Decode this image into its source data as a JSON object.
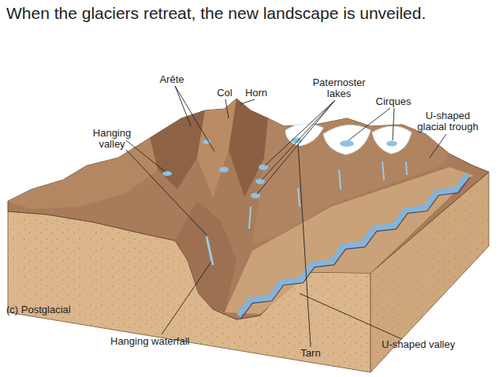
{
  "diagram": {
    "title": "When the glaciers retreat, the new landscape is unveiled.",
    "labels": [
      "Arête",
      "Col",
      "Horn",
      "Paternoster lakes",
      "Cirques",
      "U-shaped glacial trough",
      "Hanging valley",
      "(c) Postglacial",
      "Hanging waterfall",
      "Tarn",
      "U-shaped valley"
    ]
  }
}
